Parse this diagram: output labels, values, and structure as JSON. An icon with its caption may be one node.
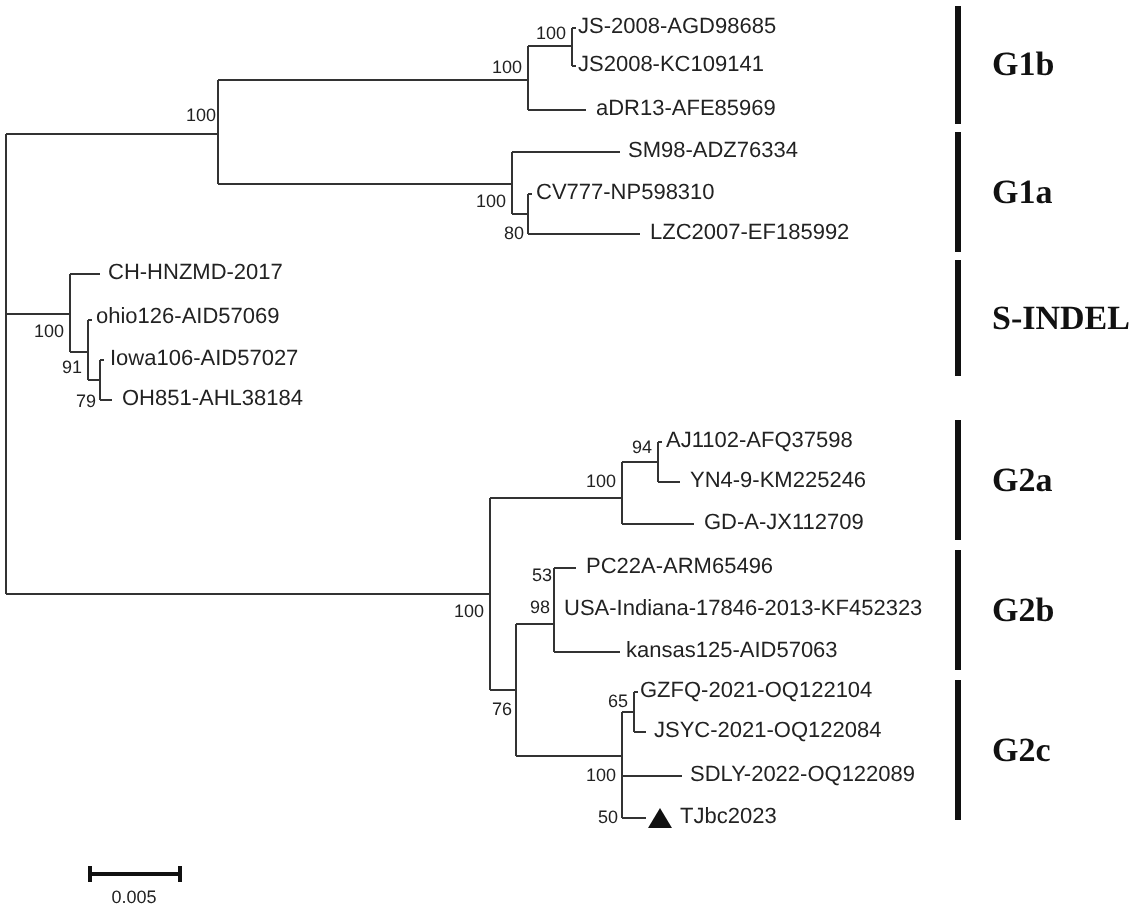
{
  "diagram": {
    "labels": [
      "100",
      "JS-2008-AGD98685",
      "G1b",
      "100",
      "JS2008-KC109141",
      "aDR13-AFE85969",
      "100",
      "SM98-ADZ76334",
      "G1a",
      "CV777-NP598310",
      "100",
      "LZC2007-EF185992",
      "80",
      "CH-HNZMD-2017",
      "S-INDEL",
      "100",
      "ohio126-AID57069",
      "91",
      "Iowa106-AID57027",
      "79",
      "OH851-AHL38184",
      "94",
      "AJ1102-AFQ37598",
      "G2a",
      "100",
      "YN4-9-KM225246",
      "GD-A-JX112709",
      "53",
      "PC22A-ARM65496",
      "100",
      "98",
      "USA-Indiana-17846-2013-KF452323",
      "G2b",
      "kansas125-AID57063",
      "65",
      "GZFQ-2021-OQ122104",
      "76",
      "JSYC-2021-OQ122084",
      "G2c",
      "100",
      "SDLY-2022-OQ122089",
      "50",
      "TJbc2023",
      "0.005"
    ]
  }
}
